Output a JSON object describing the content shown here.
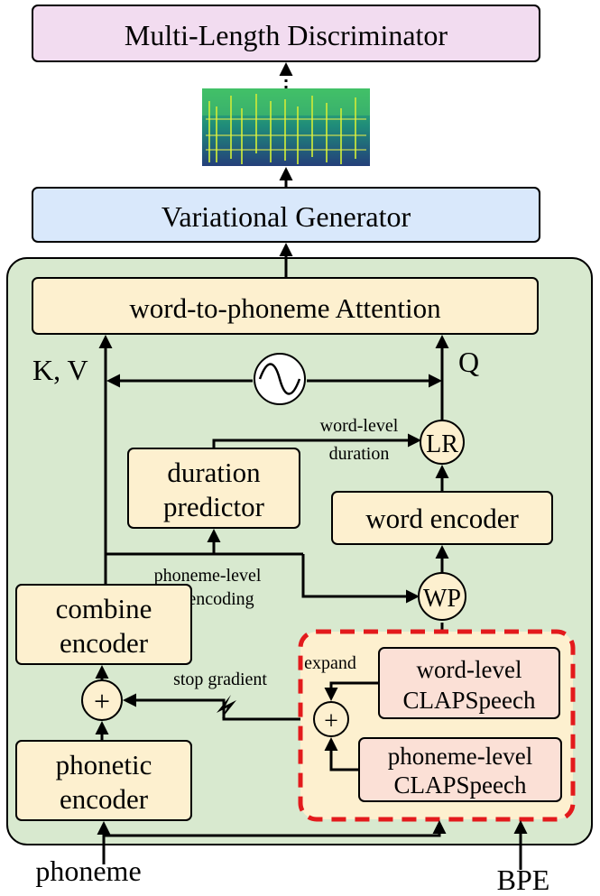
{
  "blocks": {
    "discriminator": "Multi-Length Discriminator",
    "generator": "Variational Generator",
    "attention": "word-to-phoneme Attention",
    "duration_line1": "duration",
    "duration_line2": "predictor",
    "word_encoder": "word encoder",
    "combine_line1": "combine",
    "combine_line2": "encoder",
    "phonetic_line1": "phonetic",
    "phonetic_line2": "encoder",
    "word_clap_line1": "word-level",
    "word_clap_line2": "CLAPSpeech",
    "phoneme_clap_line1": "phoneme-level",
    "phoneme_clap_line2": "CLAPSpeech"
  },
  "nodes": {
    "lr": "LR",
    "wp": "WP",
    "plus": "+"
  },
  "labels": {
    "kv": "K, V",
    "q": "Q",
    "word_level_duration_1": "word-level",
    "word_level_duration_2": "duration",
    "phoneme_level_encoding_1": "phoneme-level",
    "phoneme_level_encoding_2": "encoding",
    "stop_gradient": "stop gradient",
    "expand": "expand",
    "phoneme_input": "phoneme",
    "bpe_input": "BPE"
  },
  "colors": {
    "discriminator_fill": "#f2dcf0",
    "generator_fill": "#d9e8fb",
    "module_fill": "#fdf0cf",
    "clap_fill": "#fbe0d6",
    "background_panel": "#d8e9cf",
    "dashed_border": "#e31a1c"
  }
}
